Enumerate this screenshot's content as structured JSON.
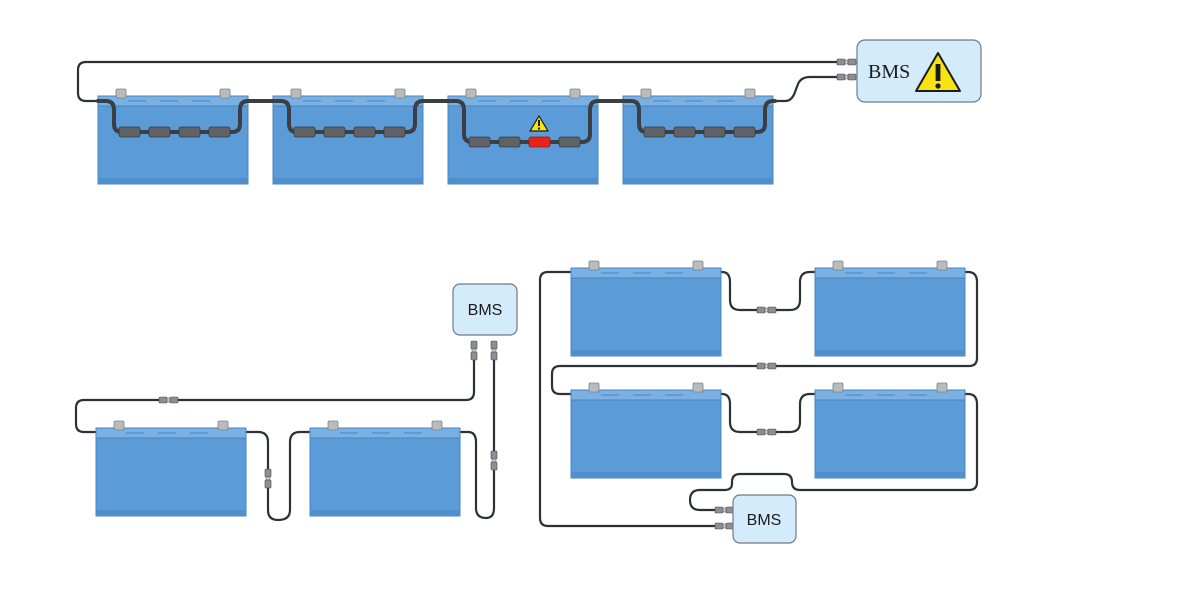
{
  "bms": {
    "top_label": "BMS",
    "left_label": "BMS",
    "right_label": "BMS"
  },
  "icons": {
    "bms_warning": "warning-triangle-icon",
    "battery_warning": "warning-triangle-icon"
  },
  "colors": {
    "battery": "#5b9bd8",
    "bms_box": "#d4ebfb",
    "cable": "#2e3236",
    "fault_fuse": "#e8231b",
    "warning": "#f7e314"
  }
}
